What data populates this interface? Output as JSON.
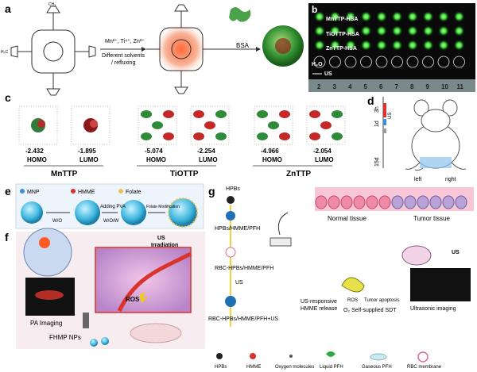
{
  "panel_labels": {
    "a": "a",
    "b": "b",
    "c": "c",
    "d": "d",
    "e": "e",
    "f": "f",
    "g": "g"
  },
  "panel_a": {
    "conditions": "Mn²⁺, Ti⁴⁺, Zn²⁺",
    "solvent_line1": "Different solvents",
    "solvent_line2": "/ refluxing",
    "protein": "BSA",
    "methyl": "CH₃",
    "methyl_left": "H₃C"
  },
  "panel_b": {
    "rows": [
      "MnTTP-HSA",
      "TiOTTP-HSA",
      "ZnTTP-HSA",
      "H₂O"
    ],
    "us_label": "US",
    "columns": [
      "2",
      "3",
      "4",
      "5",
      "6",
      "7",
      "8",
      "9",
      "10",
      "11"
    ]
  },
  "panel_c": {
    "groups": [
      {
        "name": "MnTTP",
        "homo_value": "-2.432",
        "lumo_value": "-1.895",
        "homo": "HOMO",
        "lumo": "LUMO"
      },
      {
        "name": "TiOTTP",
        "homo_value": "-5.074",
        "lumo_value": "-2.254",
        "homo": "HOMO",
        "lumo": "LUMO"
      },
      {
        "name": "ZnTTP",
        "homo_value": "-4.966",
        "lumo_value": "-2.054",
        "homo": "HOMO",
        "lumo": "LUMO"
      }
    ]
  },
  "panel_d": {
    "times": [
      "3h",
      "1d",
      "15d"
    ],
    "us": "US",
    "left": "left",
    "right": "right"
  },
  "panel_e": {
    "legend": [
      "MNP",
      "HMME",
      "Folate"
    ],
    "steps": [
      "W/O",
      "Adding PVA",
      "W/O/W",
      "Folate Modification"
    ]
  },
  "panel_f": {
    "us_line1": "US",
    "us_line2": "Irradiation",
    "ros": "ROS",
    "pa": "PA Imaging",
    "fhmp": "FHMP NPs"
  },
  "panel_g": {
    "hpbs": "HPBs",
    "hpbs_hmme_pfh": "HPBs/HMME/PFH",
    "rbc_hpbs": "RBC-HPBs/HMME/PFH",
    "us": "US",
    "rbc_us": "RBC-HPBs/HMME/PFH+US",
    "normal": "Normal tissue",
    "tumor": "Tumor tissue",
    "us_responsive_line1": "US-responsive",
    "us_responsive_line2": "HMME release",
    "ros": "ROS",
    "tumor_apoptosis": "Tumor apoptosis",
    "o2_sdt": "O₂ Self-supplied SDT",
    "ultrasonic": "Ultrasonic imaging",
    "us_mouse": "US"
  },
  "legend_bottom": [
    "HPBs",
    "HMME",
    "Oxygen molecules",
    "Liquid PFH",
    "Gaseous PFH",
    "RBC membrane"
  ],
  "colors": {
    "accent_red": "#d9342b",
    "green_glow": "#3ddc3a",
    "blue": "#3f8fd6",
    "tissue_pink": "#f4b9c8"
  }
}
